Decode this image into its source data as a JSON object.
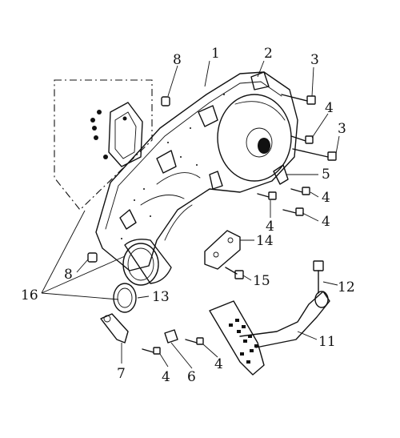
{
  "callouts": {
    "c1": "1",
    "c2": "2",
    "c3a": "3",
    "c3b": "3",
    "c4a": "4",
    "c4b": "4",
    "c4c": "4",
    "c4d": "4",
    "c4e": "4",
    "c4f": "4",
    "c5": "5",
    "c6": "6",
    "c7": "7",
    "c8a": "8",
    "c8b": "8",
    "c11": "11",
    "c12": "12",
    "c13": "13",
    "c14": "14",
    "c15": "15",
    "c16": "16"
  }
}
